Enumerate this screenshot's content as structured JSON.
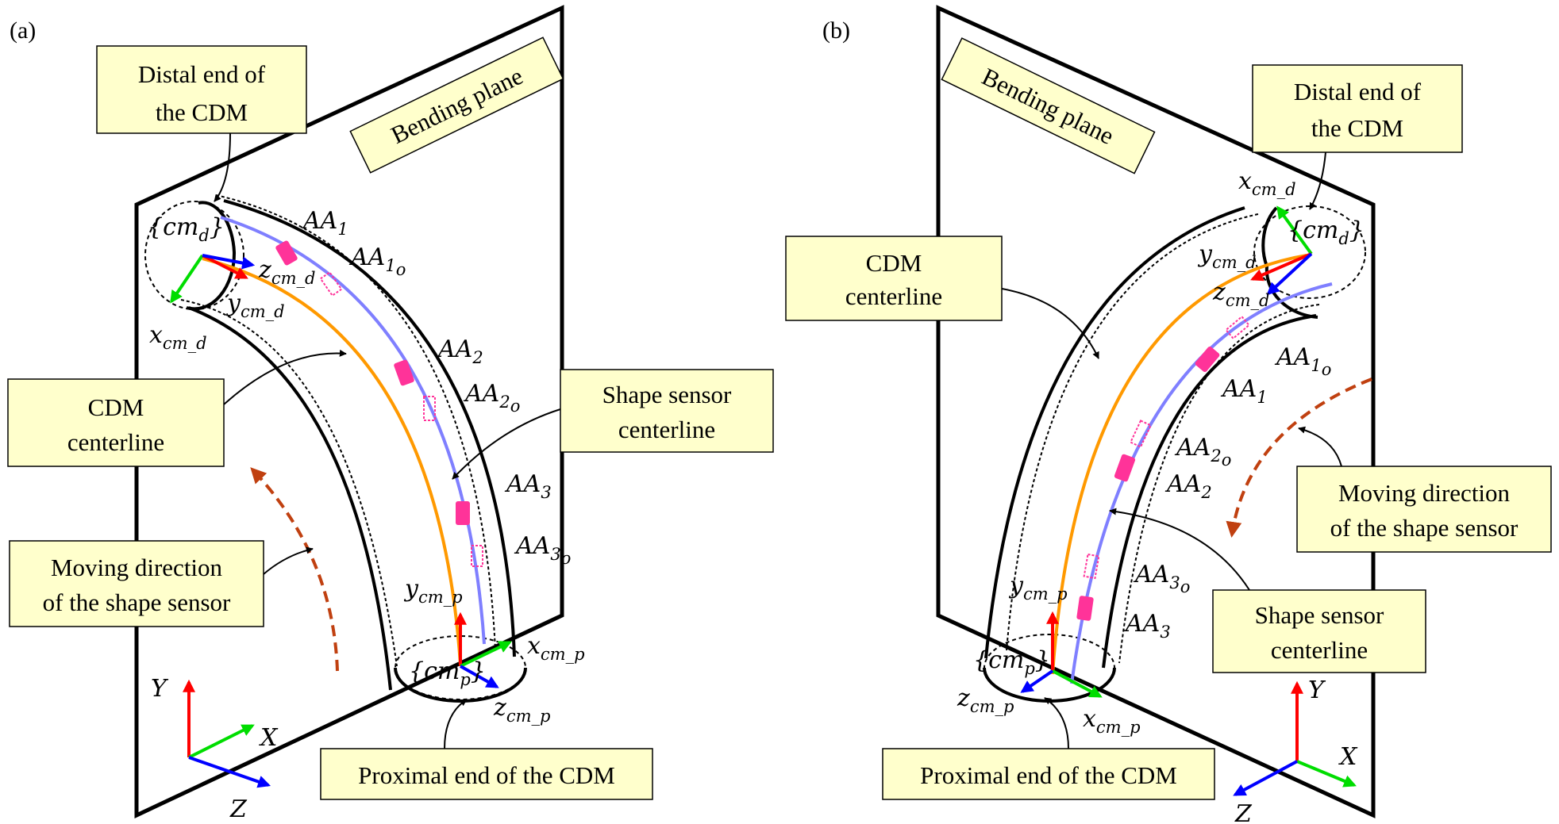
{
  "panels": [
    {
      "id": "a",
      "panel_label": "(a)",
      "boxes": {
        "distal": [
          "Distal end of",
          "the CDM"
        ],
        "bending": "Bending plane",
        "cdm": [
          "CDM",
          "centerline"
        ],
        "shape": [
          "Shape sensor",
          "centerline"
        ],
        "moving": [
          "Moving direction",
          "of the shape sensor"
        ],
        "proximal": "Proximal end of the CDM"
      },
      "frames": {
        "cm_d": "{cm_d}",
        "cm_p": "{cm_p}",
        "x_cm_d": "x_cm_d",
        "y_cm_d": "y_cm_d",
        "z_cm_d": "z_cm_d",
        "x_cm_p": "x_cm_p",
        "y_cm_p": "y_cm_p",
        "z_cm_p": "z_cm_p"
      },
      "aa_labels": [
        "AA_1",
        "AA_1o",
        "AA_2",
        "AA_2o",
        "AA_3",
        "AA_3o"
      ],
      "world_axes": [
        "Y",
        "X",
        "Z"
      ]
    },
    {
      "id": "b",
      "panel_label": "(b)",
      "boxes": {
        "distal": [
          "Distal end of",
          "the CDM"
        ],
        "bending": "Bending plane",
        "cdm": [
          "CDM",
          "centerline"
        ],
        "shape": [
          "Shape sensor",
          "centerline"
        ],
        "moving": [
          "Moving direction",
          "of the shape sensor"
        ],
        "proximal": "Proximal end of the CDM"
      },
      "frames": {
        "cm_d": "{cm_d}",
        "cm_p": "{cm_p}",
        "x_cm_d": "x_cm_d",
        "y_cm_d": "y_cm_d",
        "z_cm_d": "z_cm_d",
        "x_cm_p": "x_cm_p",
        "y_cm_p": "y_cm_p",
        "z_cm_p": "z_cm_p"
      },
      "aa_labels": [
        "AA_1o",
        "AA_1",
        "AA_2o",
        "AA_2",
        "AA_3o",
        "AA_3"
      ],
      "world_axes": [
        "Y",
        "X",
        "Z"
      ]
    }
  ],
  "colors": {
    "box_fill": "#ffffcc",
    "cdm_centerline": "#ff9900",
    "sensor_centerline": "#7f7fff",
    "sensor_marker": "#ff3399",
    "axis_x": "#00dd00",
    "axis_y": "#ff0000",
    "axis_z": "#0000ff",
    "moving_arrow": "#c04010"
  }
}
